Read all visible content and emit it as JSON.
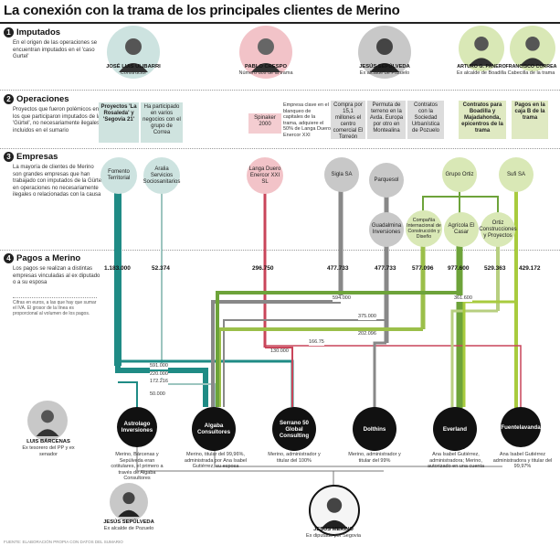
{
  "title": "La conexión con la trama de los principales clientes de Merino",
  "sections": [
    {
      "num": "1",
      "label": "Imputados",
      "desc": "En el origen de las operaciones se encuentran imputados en el 'caso Gurtel'"
    },
    {
      "num": "2",
      "label": "Operaciones",
      "desc": "Proyectos que fueron polémicos en los que participaron imputados de la 'Gürtel', no necesariamente ilegales o incluidos en el sumario"
    },
    {
      "num": "3",
      "label": "Empresas",
      "desc": "La mayoría de clientes de Merino son grandes empresas que han trabajado con imputados de la Gürtel en operaciones no necesariamente ilegales o relacionadas con la causa"
    },
    {
      "num": "4",
      "label": "Pagos a Merino",
      "desc": "Los pagos se realizan a distintas empresas vinculadas al ex diputado o a su esposa"
    }
  ],
  "note": "Cifras en euros, a las que hay que sumar el IVA. El grosor de la línea es proporcional al volumen de los pagos.",
  "imputados": [
    {
      "name": "JOSÉ LUIS ULIBARRI",
      "role": "Constructor"
    },
    {
      "name": "PABLO CRESPO",
      "role": "Número dos de la trama"
    },
    {
      "name": "JESÚS SEPÚLVEDA",
      "role": "Ex alcalde de Pozuelo"
    },
    {
      "name": "ARTURO G. PANERO",
      "role": "Ex alcalde de Boadilla"
    },
    {
      "name": "FRANCISCO CORREA",
      "role": "Cabecilla de la trama"
    }
  ],
  "operaciones": [
    {
      "text": "Proyectos 'La Rosaleda' y 'Segovia 21'"
    },
    {
      "text": "Ha participado en varios negocios con el grupo de Correa"
    },
    {
      "text": "Spinaker 2000"
    },
    {
      "text": "Empresa clave en el blanqueo de capitales de la trama, adquiere el 50% de Langa Duero Enercor XXI"
    },
    {
      "text": "Compra por 15,1 millones el centro comercial El Torreón"
    },
    {
      "text": "Permuta de terreno en la Avda. Europa por otro en Montealina"
    },
    {
      "text": "Contratos con la Sociedad Urbanística de Pozuelo"
    },
    {
      "text": "Contratos para Boadilla y Majadahonda, epicentros de la trama"
    },
    {
      "text": "Pagos en la caja B de la trama"
    }
  ],
  "empresas": [
    {
      "name": "Fomento Territorial"
    },
    {
      "name": "Aralia Servicios Sociosanitarios"
    },
    {
      "name": "Langa Duero Enercor XXI SL"
    },
    {
      "name": "Sigla SA"
    },
    {
      "name": "Parquesol"
    },
    {
      "name": "Grupo Ortiz"
    },
    {
      "name": "Sufi SA"
    },
    {
      "name": "Guadalmina Inversiones"
    },
    {
      "name": "Compañía Internacional de Construcción y Diseño"
    },
    {
      "name": "Agrícola El Casar"
    },
    {
      "name": "Ortiz Construcciones y Proyectos"
    }
  ],
  "pagos": [
    "1.183.000",
    "52.374",
    "296.750",
    "477.733",
    "477.733",
    "577.096",
    "977.600",
    "529.363",
    "429.172"
  ],
  "flows": [
    "594.000",
    "361.600",
    "375.000",
    "202.096",
    "166.75",
    "130.000",
    "591.000",
    "220.000",
    "172.216",
    "50.000"
  ],
  "receptores": [
    {
      "name": "Astrolago Inversiones",
      "desc": "Merino, Bárcenas y Sepúlveda eran cotitulares, el primero a través de Algaba Consultores"
    },
    {
      "name": "Algaba Consultores",
      "desc": "Merino, titular del 99,96%, administrada por Ana Isabel Gutiérrez, su esposa"
    },
    {
      "name": "Serrano 50 Global Consulting",
      "desc": "Merino, administrador y titular del 100%"
    },
    {
      "name": "Dolthins",
      "desc": "Merino, administrador y titular del 99%"
    },
    {
      "name": "Everland",
      "desc": "Ana Isabel Gutiérrez, administradora; Merino, autorizado en una cuenta"
    },
    {
      "name": "Fuentelavanda",
      "desc": "Ana Isabel Gutiérrez administradora y titular del 99,97%"
    }
  ],
  "personas_bottom": [
    {
      "name": "LUIS BÁRCENAS",
      "role": "Ex tesorero del PP y ex senador"
    },
    {
      "name": "JESÚS SEPÚLVEDA",
      "role": "Ex alcalde de Pozuelo"
    },
    {
      "name": "JESÚS MERINO",
      "role": "Ex diputado por Segovia"
    }
  ],
  "credit": "FUENTE: ELABORACIÓN PROPIA CON DATOS DEL SUMARIO"
}
